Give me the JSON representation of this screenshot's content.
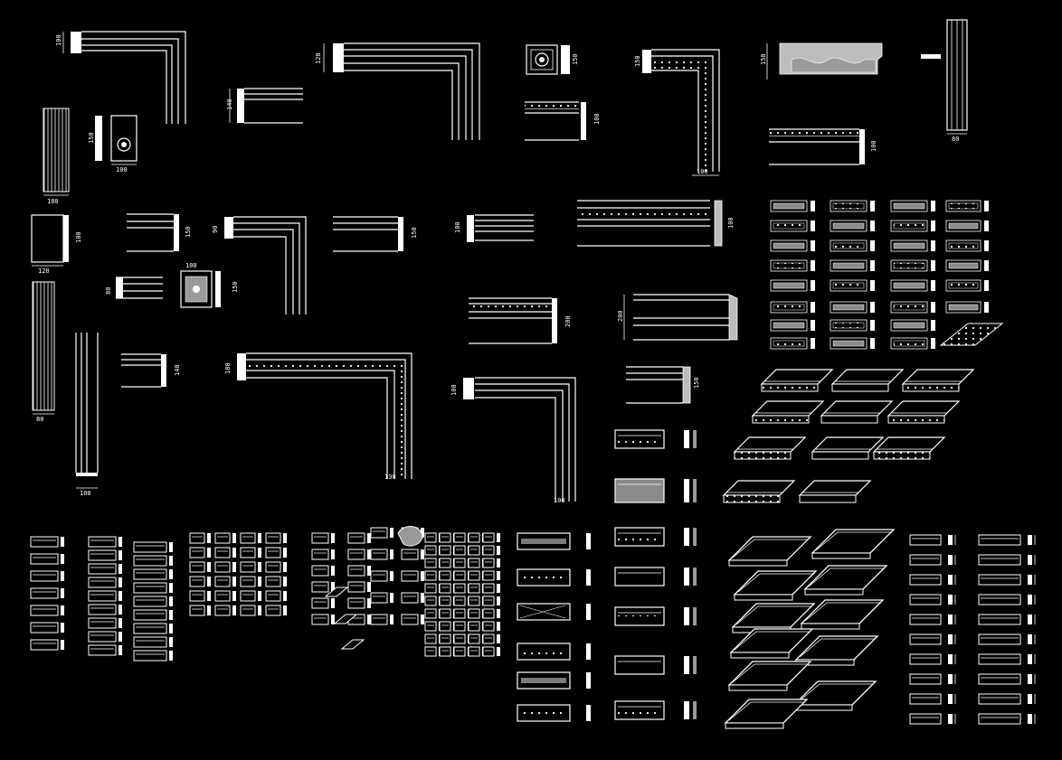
{
  "colors": {
    "background": "#000000",
    "line": "#ffffff",
    "hatch": "#bdbdbd"
  },
  "dims": {
    "d1": "100",
    "d2": "140",
    "d3": "120",
    "d4": "150",
    "d5": "100",
    "d6": "150",
    "d7": "100",
    "d8": "150",
    "d9": "100",
    "d10": "150",
    "d11": "80",
    "d12": "100",
    "d13": "100",
    "d14": "120",
    "d15": "100",
    "d16": "150",
    "d17": "100",
    "d18": "90",
    "d19": "150",
    "d20": "100",
    "d21": "100",
    "d22": "150",
    "d23": "80",
    "d24": "150",
    "d25": "200",
    "d26": "200",
    "d27": "80",
    "d28": "100",
    "d29": "140",
    "d30": "180",
    "d31": "130",
    "d32": "100",
    "d33": "100",
    "d34": "150",
    "d35": "100"
  }
}
